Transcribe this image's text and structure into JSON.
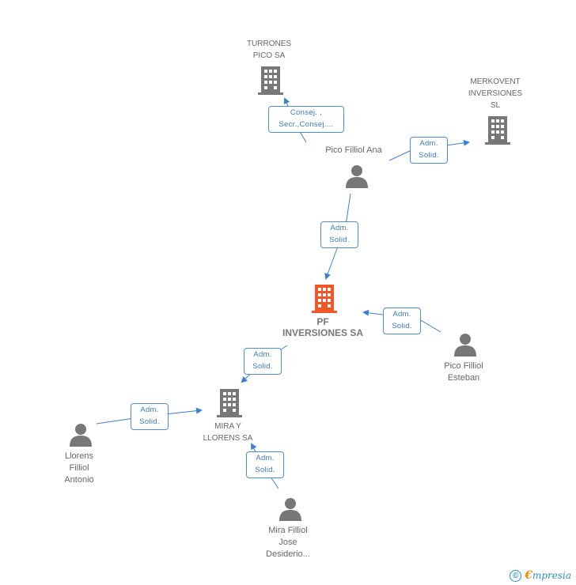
{
  "colors": {
    "edge": "#3a7fd5",
    "relation_border": "#4a8fd6",
    "relation_text": "#3a78c0",
    "company_icon": "#777777",
    "focus_icon": "#f0582a",
    "person_icon": "#777777",
    "label_text": "#666666"
  },
  "nodes": {
    "turrones": {
      "label": "TURRONES\nPICO SA",
      "icon": "building-icon"
    },
    "merkovent": {
      "label": "MERKOVENT\nINVERSIONES\nSL",
      "icon": "building-icon"
    },
    "pico_ana": {
      "label": "Pico Filliol Ana",
      "icon": "person-icon"
    },
    "pf_inversiones": {
      "label": "PF\nINVERSIONES SA",
      "icon": "building-icon"
    },
    "pico_esteban": {
      "label": "Pico Filliol\nEsteban",
      "icon": "person-icon"
    },
    "mira_llorens": {
      "label": "MIRA Y\nLLORENS SA",
      "icon": "building-icon"
    },
    "llorens_antonio": {
      "label": "Llorens\nFilliol\nAntonio",
      "icon": "person-icon"
    },
    "mira_jose": {
      "label": "Mira Filliol\nJose\nDesiderio...",
      "icon": "person-icon"
    }
  },
  "relations": {
    "ana_turrones": "Consej. ,\nSecr.,Consej....",
    "ana_merkovent": "Adm.\nSolid.",
    "ana_pf": "Adm.\nSolid.",
    "esteban_pf": "Adm.\nSolid.",
    "pf_mira": "Adm.\nSolid.",
    "antonio_mira": "Adm.\nSolid.",
    "jose_mira": "Adm.\nSolid."
  },
  "brand": {
    "copyright": "©",
    "e": "€",
    "rest": "mpresia"
  }
}
